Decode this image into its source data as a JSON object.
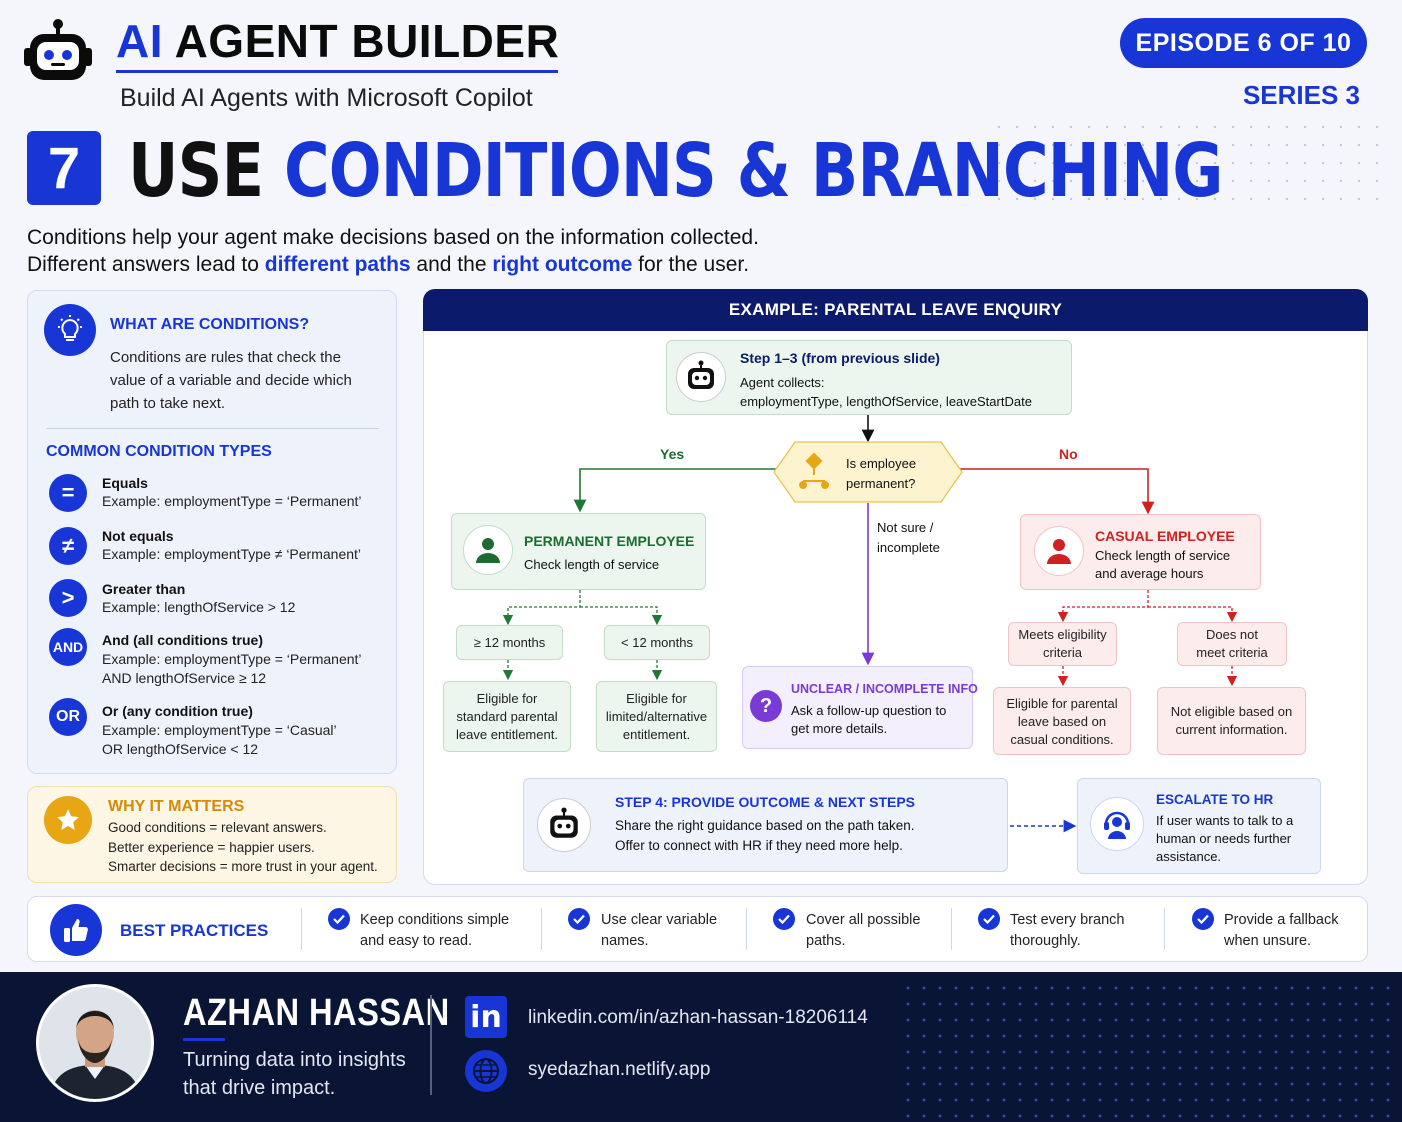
{
  "header": {
    "brand_ai": "AI",
    "brand_rest": "AGENT BUILDER",
    "subtitle": "Build AI Agents with Microsoft Copilot",
    "episode": "EPISODE 6 OF 10",
    "series": "SERIES 3"
  },
  "title": {
    "number": "7",
    "word1": "USE",
    "word2": "CONDITIONS & BRANCHING"
  },
  "intro": {
    "line1": "Conditions help your agent make decisions based on the information collected.",
    "line2_a": "Different answers lead to ",
    "line2_hl1": "different paths",
    "line2_b": " and the ",
    "line2_hl2": "right outcome",
    "line2_c": " for the user."
  },
  "what_are": {
    "heading": "WHAT ARE CONDITIONS?",
    "text": "Conditions are rules that check the value of a variable and decide which path to take next."
  },
  "condition_types": {
    "heading": "COMMON CONDITION TYPES",
    "items": [
      {
        "symbol": "=",
        "name": "Equals",
        "ex1": "Example: employmentType = ‘Permanent’",
        "ex2": ""
      },
      {
        "symbol": "≠",
        "name": "Not equals",
        "ex1": "Example: employmentType ≠ ‘Permanent’",
        "ex2": ""
      },
      {
        "symbol": ">",
        "name": "Greater than",
        "ex1": "Example: lengthOfService > 12",
        "ex2": ""
      },
      {
        "symbol": "AND",
        "name": "And (all conditions true)",
        "ex1": "Example: employmentType = ‘Permanent’",
        "ex2": "AND lengthOfService ≥ 12"
      },
      {
        "symbol": "OR",
        "name": "Or (any condition true)",
        "ex1": "Example: employmentType = ‘Casual’",
        "ex2": "OR lengthOfService < 12"
      }
    ]
  },
  "why": {
    "heading": "WHY IT MATTERS",
    "line1": "Good conditions = relevant answers.",
    "line2": "Better experience = happier users.",
    "line3": "Smarter decisions = more trust in your agent."
  },
  "flow": {
    "heading": "EXAMPLE: PARENTAL LEAVE ENQUIRY",
    "start": {
      "title": "Step 1–3 (from previous slide)",
      "line1": "Agent collects:",
      "line2": "employmentType, lengthOfService, leaveStartDate"
    },
    "decision": "Is employee permanent?",
    "yes_label": "Yes",
    "no_label": "No",
    "unsure_label": "Not sure / incomplete",
    "permanent": {
      "title": "PERMANENT EMPLOYEE",
      "text": "Check length of service"
    },
    "casual": {
      "title": "CASUAL EMPLOYEE",
      "text": "Check length of service and average hours"
    },
    "perm_branches": [
      {
        "cond": "≥ 12 months",
        "result": "Eligible for standard parental leave entitlement."
      },
      {
        "cond": "< 12 months",
        "result": "Eligible for limited/alternative entitlement."
      }
    ],
    "casual_branches": [
      {
        "cond": "Meets eligibility criteria",
        "result": "Eligible for parental leave based on casual conditions."
      },
      {
        "cond": "Does not meet criteria",
        "result": "Not eligible based on current information."
      }
    ],
    "unclear": {
      "title": "UNCLEAR / INCOMPLETE INFO",
      "text": "Ask a follow-up question to get more details."
    },
    "step4": {
      "title": "STEP 4: PROVIDE OUTCOME & NEXT STEPS",
      "line1": "Share the right guidance based on the path taken.",
      "line2": "Offer to connect with HR if they need more help."
    },
    "escalate": {
      "title": "ESCALATE TO HR",
      "text": "If user wants to talk to a human or needs further assistance."
    }
  },
  "best_practices": {
    "heading": "BEST PRACTICES",
    "items": [
      {
        "l1": "Keep conditions simple",
        "l2": "and easy to read."
      },
      {
        "l1": "Use clear variable",
        "l2": "names."
      },
      {
        "l1": "Cover all possible",
        "l2": "paths."
      },
      {
        "l1": "Test every branch",
        "l2": "thoroughly."
      },
      {
        "l1": "Provide a fallback",
        "l2": "when unsure."
      }
    ]
  },
  "footer": {
    "name": "AZHAN HASSAN",
    "tag1": "Turning data into insights",
    "tag2": "that drive impact.",
    "linkedin_icon": "in",
    "linkedin": "linkedin.com/in/azhan-hassan-18206114",
    "website": "syedazhan.netlify.app"
  },
  "colors": {
    "accent": "#1836d6",
    "navy": "#0b1a6b",
    "green": "#1e6b32",
    "red": "#d21f1f",
    "purple": "#7a3ad6",
    "amber": "#e8a614"
  }
}
